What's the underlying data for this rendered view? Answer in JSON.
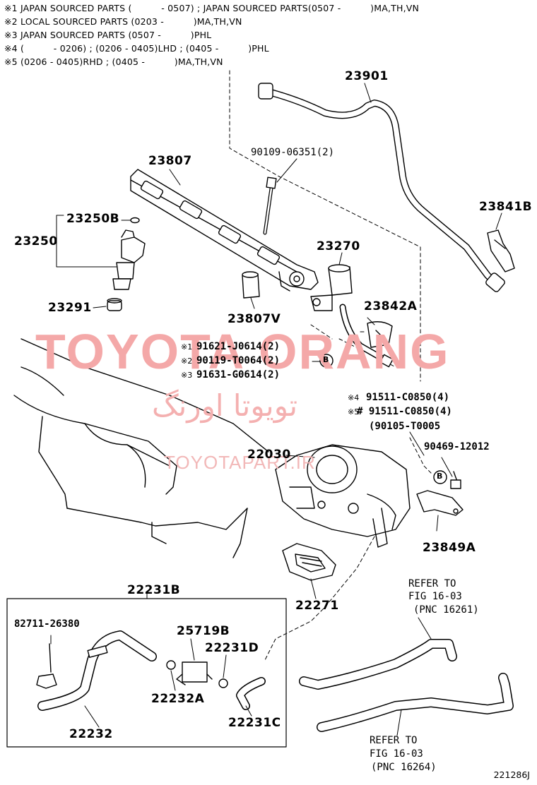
{
  "notes": [
    "※1 JAPAN SOURCED PARTS (          - 0507) ; JAPAN SOURCED PARTS(0507 -          )MA,TH,VN",
    "※2 LOCAL SOURCED PARTS (0203 -          )MA,TH,VN",
    "※3 JAPAN SOURCED PARTS (0507 -          )PHL",
    "※4 (          - 0206) ; (0206 - 0405)LHD ; (0405 -          )PHL",
    "※5 (0206 - 0405)RHD ; (0405 -          )MA,TH,VN"
  ],
  "parts": {
    "p23901": "23901",
    "p23841b": "23841B",
    "p23807": "23807",
    "p90109": "90109-06351(2)",
    "p23250b": "23250B",
    "p23250": "23250",
    "p23270": "23270",
    "p23842a": "23842A",
    "p23291": "23291",
    "p23807v": "23807V",
    "fix1_mark": "※1",
    "fix1": "91621-J0614(2)",
    "fix2_mark": "※2",
    "fix2": "90119-T0064(2)",
    "fix3_mark": "※3",
    "fix3": "91631-G0614(2)",
    "ref_b": "B",
    "ref_b2": "B",
    "bolt4_mark": "※4",
    "bolt4": "91511-C0850(4)",
    "bolt5_mark": "※5",
    "bolt5": "# 91511-C0850(4)",
    "bolt6": "(90105-T0005",
    "p90469": "90469-12012",
    "p22030": "22030",
    "p23849a": "23849A",
    "p22271": "22271",
    "p22231b": "22231B",
    "p82711": "82711-26380",
    "p25719b": "25719B",
    "p22231d": "22231D",
    "p22232a": "22232A",
    "p22232": "22232",
    "p22231c": "22231C"
  },
  "refs": {
    "top_l1": "REFER TO",
    "top_l2": "FIG 16-03",
    "top_l3": "(PNC 16261)",
    "bot_l1": "REFER TO",
    "bot_l2": "FIG 16-03",
    "bot_l3": "(PNC 16264)"
  },
  "watermark": {
    "main": "TOYOTA ORANG",
    "arabic": "تویوتا اورنگ",
    "site": "TOYOTAPART.IR"
  },
  "figure_id": "221286J"
}
